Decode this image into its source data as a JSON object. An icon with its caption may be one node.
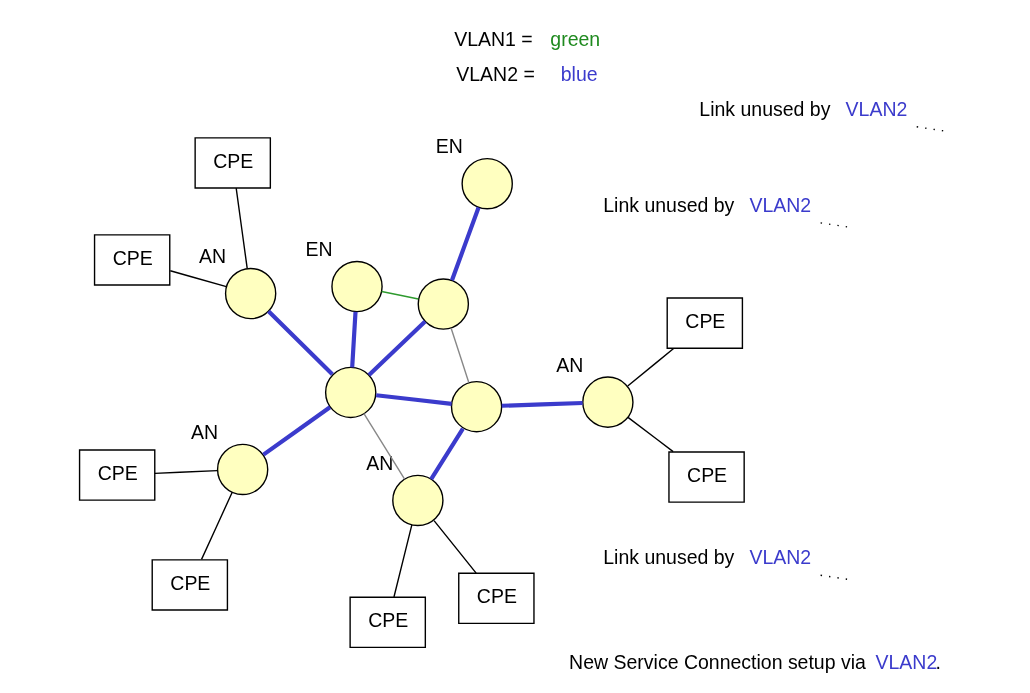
{
  "diagram": {
    "caption": "New Service Connection setup via **VLAN2**.",
    "nodes": [
      {
        "text": [
          "CPE"
        ]
      },
      {
        "text": [
          "CPE"
        ]
      },
      {
        "text": [],
        "shape": "circle",
        "beside": [
          "AN"
        ]
      },
      {
        "text": [
          "CPE"
        ]
      },
      {
        "text": [
          "CPE"
        ]
      },
      {
        "text": [],
        "shape": "circle",
        "beside": [
          "AN"
        ]
      },
      {
        "text": [
          "Link unused by **VLAN2**"
        ]
      },
      {
        "text": [],
        "shape": "circle",
        "beside": [
          "EN"
        ]
      },
      {
        "text": [],
        "shape": "circle"
      },
      {
        "text": [
          "CPE"
        ]
      },
      {
        "text": [
          "CPE"
        ]
      },
      {
        "text": [],
        "shape": "circle",
        "beside": [
          "AN"
        ]
      },
      {
        "text": [
          "Link unused by **VLAN2**"
        ]
      },
      {
        "text": [],
        "shape": "circle"
      },
      {
        "text": [],
        "shape": "circle",
        "beside": [
          "EN"
        ]
      },
      {
        "text": [],
        "shape": "circle"
      },
      {
        "text": [
          "CPE"
        ]
      },
      {
        "text": [
          "CPE"
        ]
      },
      {
        "text": [],
        "shape": "circle",
        "beside": [
          "AN"
        ]
      },
      {
        "text": [
          "Link unused by **VLAN2**"
        ]
      }
    ],
    "edges": [
      {
        "from": 0,
        "to": 2,
        "arrow": "none"
      },
      {
        "from": 1,
        "to": 2,
        "arrow": "none"
      },
      {
        "from": 3,
        "to": 5,
        "arrow": "none"
      },
      {
        "from": 4,
        "to": 5,
        "arrow": "none"
      },
      {
        "from": 9,
        "to": 11,
        "arrow": "none"
      },
      {
        "from": 10,
        "to": 11,
        "arrow": "none"
      },
      {
        "from": 16,
        "to": 18,
        "arrow": "none"
      },
      {
        "from": 17,
        "to": 18,
        "arrow": "none"
      },
      {
        "from": 2,
        "to": 8,
        "arrow": "none",
        "style": "thick",
        "color": "#3b3bcc"
      },
      {
        "from": 5,
        "to": 8,
        "arrow": "none",
        "style": "thick",
        "color": "#3b3bcc"
      },
      {
        "from": 11,
        "to": 8,
        "arrow": "none",
        "color": "#888888"
      },
      {
        "from": 11,
        "to": 15,
        "arrow": "none",
        "style": "thick",
        "color": "#3b3bcc"
      },
      {
        "from": 18,
        "to": 15,
        "arrow": "none",
        "style": "thick",
        "color": "#3b3bcc"
      },
      {
        "from": 8,
        "to": 15,
        "arrow": "none",
        "style": "thick",
        "color": "#3b3bcc"
      },
      {
        "from": 8,
        "to": 7,
        "arrow": "none",
        "style": "thick",
        "color": "#3b3bcc"
      },
      {
        "from": 8,
        "to": 13,
        "arrow": "none",
        "style": "thick",
        "color": "#3b3bcc"
      },
      {
        "from": 13,
        "to": 14,
        "arrow": "none",
        "style": "thick",
        "color": "#3b3bcc"
      },
      {
        "from": 13,
        "to": 7,
        "arrow": "none",
        "color": "#2e9a2e"
      },
      {
        "from": 15,
        "to": 13,
        "arrow": "none",
        "color": "#888888"
      },
      {
        "from": 6,
        "to": null,
        "arrow": "none",
        "style": "dashed"
      },
      {
        "from": 12,
        "to": null,
        "arrow": "none",
        "style": "dashed"
      },
      {
        "from": 19,
        "to": null,
        "arrow": "none",
        "style": "dashed"
      }
    ],
    "legend": [
      {
        "text": "VLAN1 = **green**",
        "color": "#1f8a1f"
      },
      {
        "text": "VLAN2 = **blue**",
        "color": "#3b3bcc"
      }
    ]
  }
}
